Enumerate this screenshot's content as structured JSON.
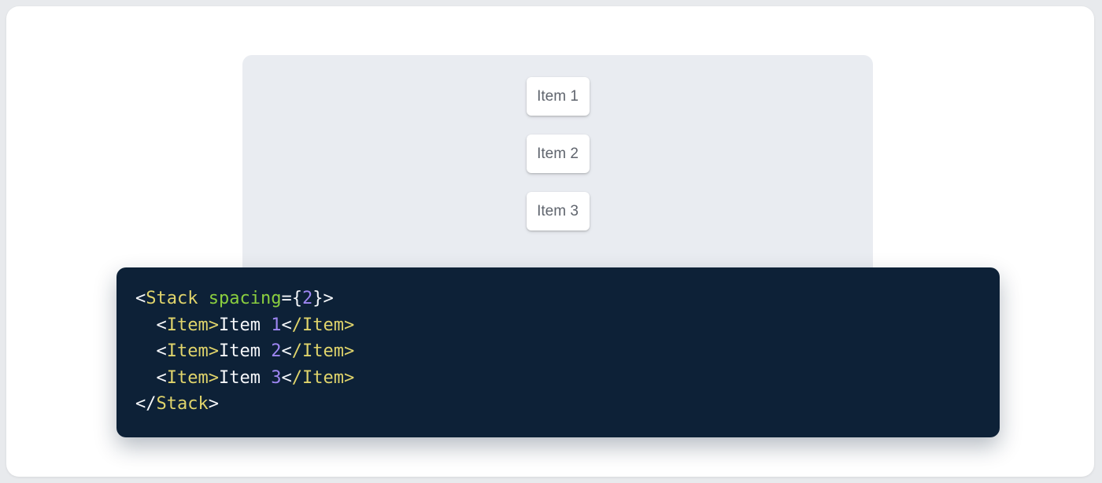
{
  "page": {
    "background_color": "#e8eaed",
    "card_color": "#ffffff"
  },
  "demo": {
    "panel_color": "#e9ecf1",
    "item_text_color": "#5f646d",
    "items": [
      {
        "label": "Item 1"
      },
      {
        "label": "Item 2"
      },
      {
        "label": "Item 3"
      }
    ]
  },
  "code": {
    "background_color": "#0d2137",
    "token_colors": {
      "plain": "#f5f7fa",
      "tag": "#e0d46b",
      "attr": "#8bcf3f",
      "num": "#9e86f2"
    },
    "lines": [
      [
        {
          "t": "<",
          "c": "plain"
        },
        {
          "t": "Stack",
          "c": "tag"
        },
        {
          "t": " ",
          "c": "plain"
        },
        {
          "t": "spacing",
          "c": "attr"
        },
        {
          "t": "={",
          "c": "plain"
        },
        {
          "t": "2",
          "c": "num"
        },
        {
          "t": "}>",
          "c": "plain"
        }
      ],
      [
        {
          "t": "  <",
          "c": "plain"
        },
        {
          "t": "Item>",
          "c": "tag"
        },
        {
          "t": "Item ",
          "c": "plain"
        },
        {
          "t": "1",
          "c": "num"
        },
        {
          "t": "<",
          "c": "plain"
        },
        {
          "t": "/Item>",
          "c": "tag"
        }
      ],
      [
        {
          "t": "  <",
          "c": "plain"
        },
        {
          "t": "Item>",
          "c": "tag"
        },
        {
          "t": "Item ",
          "c": "plain"
        },
        {
          "t": "2",
          "c": "num"
        },
        {
          "t": "<",
          "c": "plain"
        },
        {
          "t": "/Item>",
          "c": "tag"
        }
      ],
      [
        {
          "t": "  <",
          "c": "plain"
        },
        {
          "t": "Item>",
          "c": "tag"
        },
        {
          "t": "Item ",
          "c": "plain"
        },
        {
          "t": "3",
          "c": "num"
        },
        {
          "t": "<",
          "c": "plain"
        },
        {
          "t": "/Item>",
          "c": "tag"
        }
      ],
      [
        {
          "t": "</",
          "c": "plain"
        },
        {
          "t": "Stack",
          "c": "tag"
        },
        {
          "t": ">",
          "c": "plain"
        }
      ]
    ]
  }
}
